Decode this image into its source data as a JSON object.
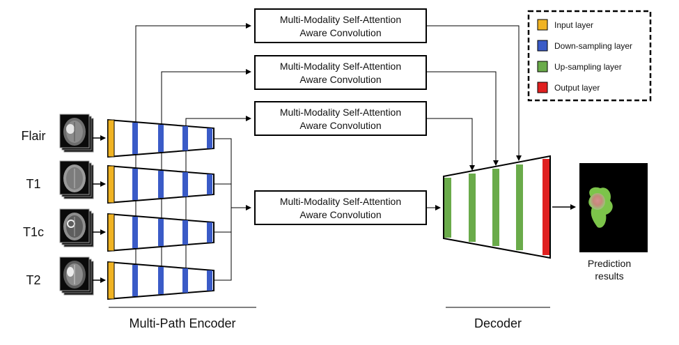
{
  "diagram": {
    "attention_block_label_line1": "Multi-Modality Self-Attention",
    "attention_block_label_line2": "Aware Convolution",
    "modalities": [
      "Flair",
      "T1",
      "T1c",
      "T2"
    ],
    "encoder_label": "Multi-Path Encoder",
    "decoder_label": "Decoder",
    "prediction_label_line1": "Prediction",
    "prediction_label_line2": "results"
  },
  "legend": {
    "items": [
      {
        "label": "Input layer",
        "color": "#f0b323"
      },
      {
        "label": "Down-sampling layer",
        "color": "#3a5bc7"
      },
      {
        "label": "Up-sampling layer",
        "color": "#6aab4a"
      },
      {
        "label": "Output layer",
        "color": "#e02020"
      }
    ]
  }
}
